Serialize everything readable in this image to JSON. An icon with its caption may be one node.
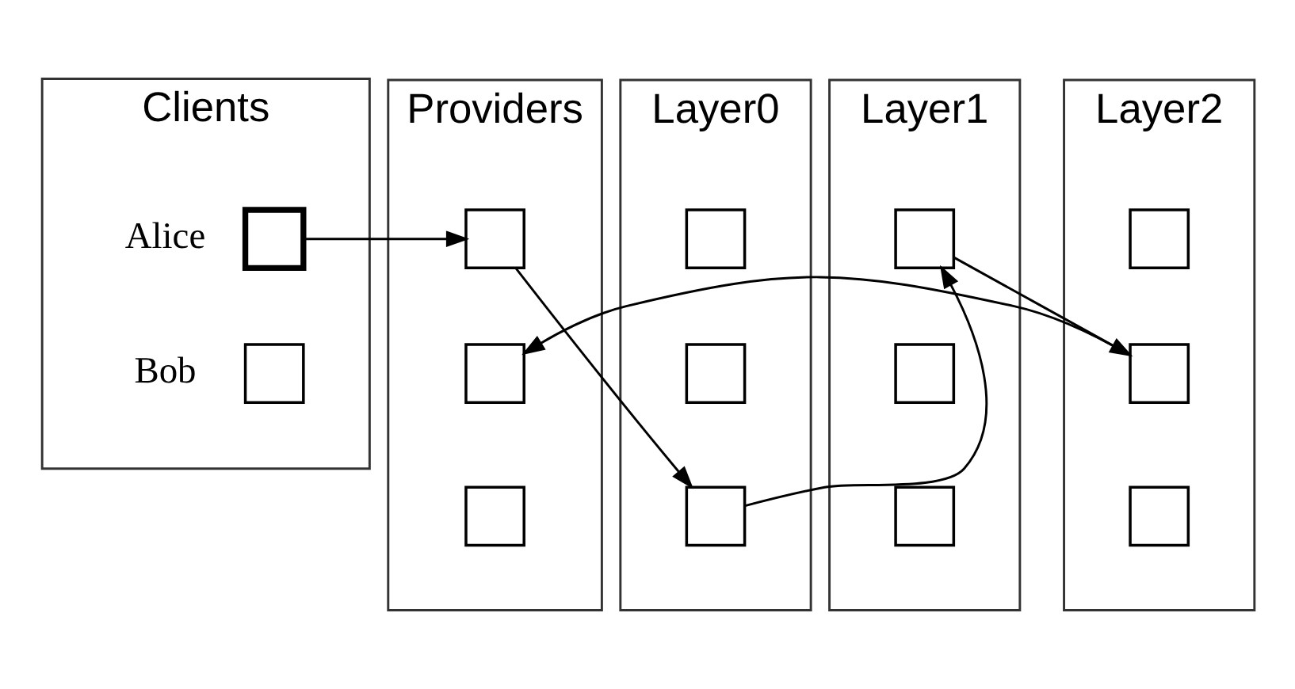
{
  "diagram": {
    "nodes": [
      {
        "text": [
          "Clients"
        ]
      },
      {
        "text": [],
        "shape": "box",
        "in": 0,
        "beside": [
          "Alice"
        ]
      },
      {
        "text": [],
        "shape": "box",
        "in": 0,
        "beside": [
          "Bob"
        ]
      },
      {
        "text": [
          "Providers"
        ]
      },
      {
        "text": [],
        "shape": "box",
        "in": 3
      },
      {
        "text": [],
        "shape": "box",
        "in": 3
      },
      {
        "text": [],
        "shape": "box",
        "in": 3
      },
      {
        "text": [
          "Layer0"
        ]
      },
      {
        "text": [],
        "shape": "box",
        "in": 7
      },
      {
        "text": [],
        "shape": "box",
        "in": 7
      },
      {
        "text": [],
        "shape": "box",
        "in": 7
      },
      {
        "text": [
          "Layer1"
        ]
      },
      {
        "text": [],
        "shape": "box",
        "in": 11
      },
      {
        "text": [],
        "shape": "box",
        "in": 11
      },
      {
        "text": [],
        "shape": "box",
        "in": 11
      },
      {
        "text": [
          "Layer2"
        ]
      },
      {
        "text": [],
        "shape": "box",
        "in": 15
      },
      {
        "text": [],
        "shape": "box",
        "in": 15
      },
      {
        "text": [],
        "shape": "box",
        "in": 15
      }
    ],
    "edges": [
      {
        "from": 1,
        "to": 4,
        "arrow": "to"
      },
      {
        "from": 4,
        "to": 10,
        "arrow": "to"
      },
      {
        "from": 10,
        "to": 12,
        "arrow": "to"
      },
      {
        "from": 12,
        "to": 17,
        "arrow": "to"
      },
      {
        "from": 17,
        "to": 5,
        "arrow": "to"
      }
    ]
  }
}
